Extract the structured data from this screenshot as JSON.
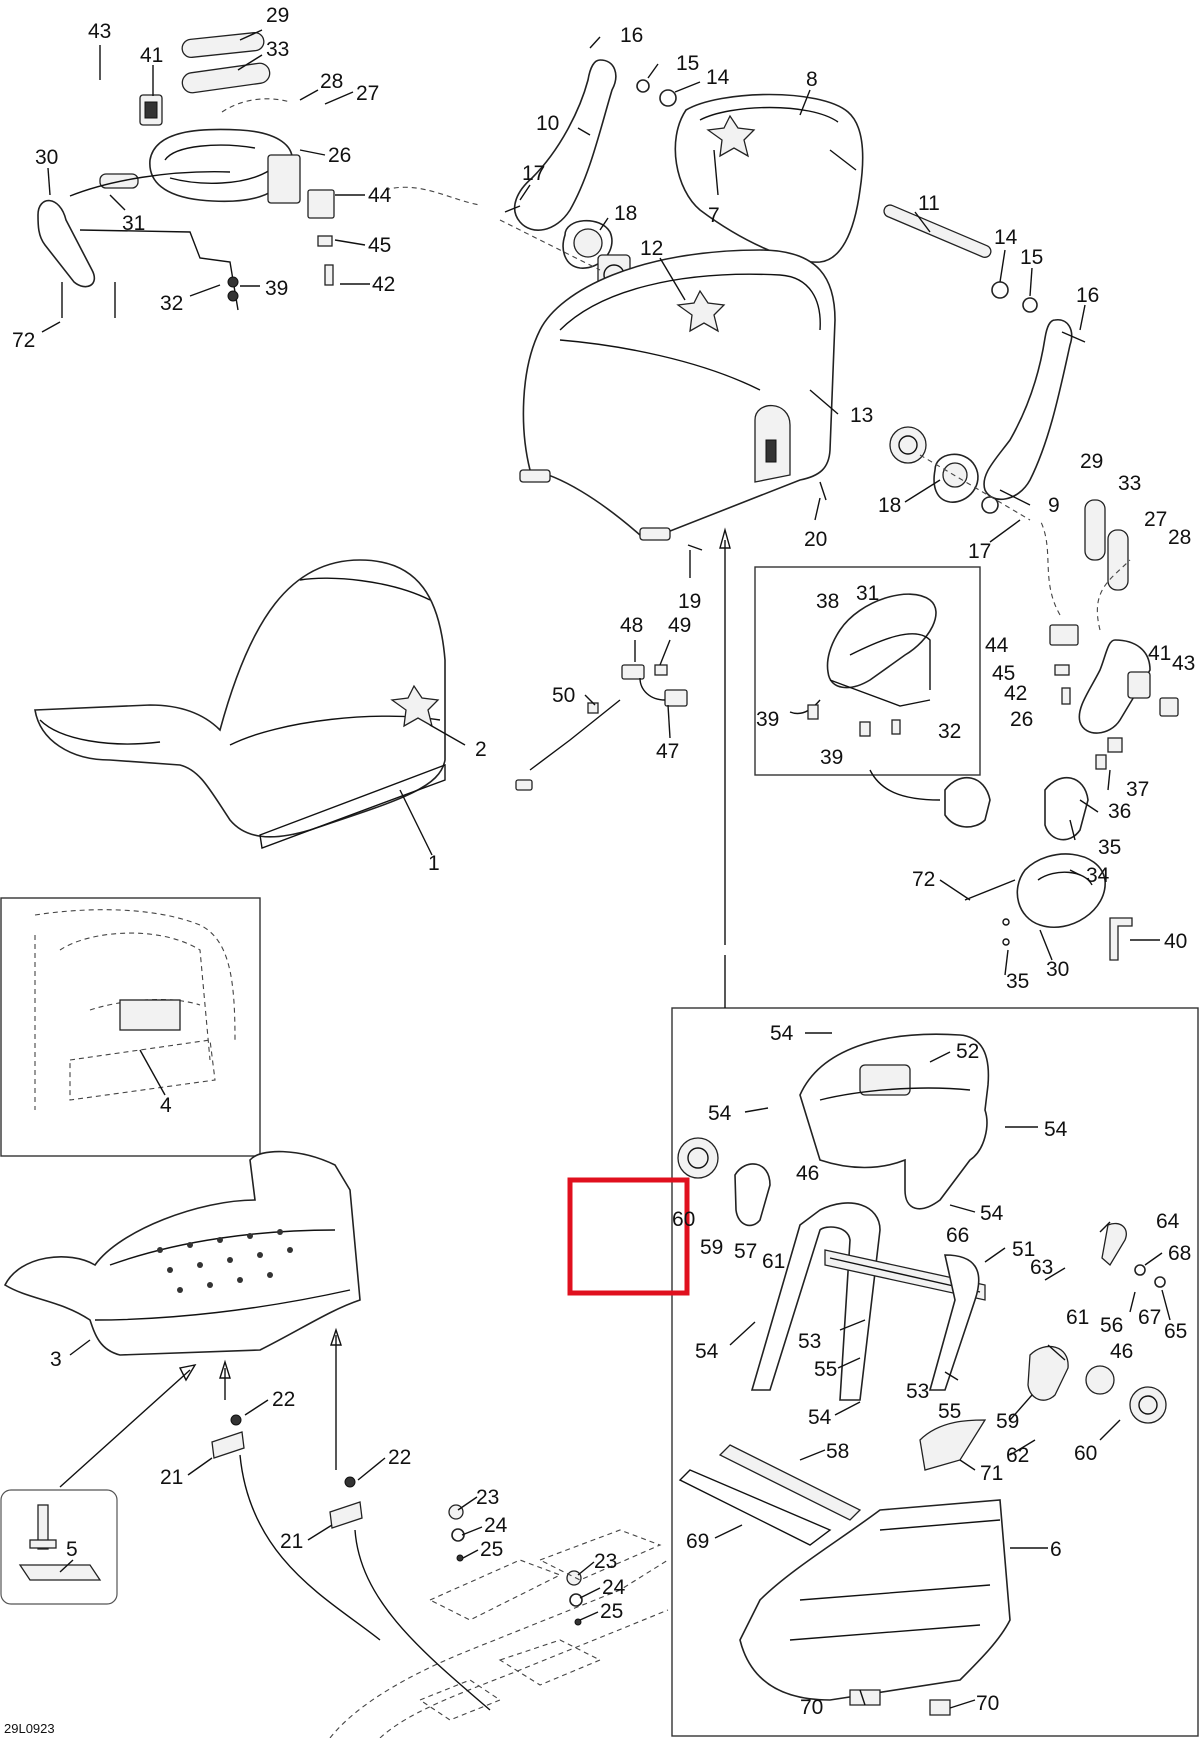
{
  "diagram_code": "29L0923",
  "highlight_box_color": "#e0101e",
  "callout_labels": [
    "43",
    "29",
    "41",
    "33",
    "28",
    "27",
    "26",
    "30",
    "44",
    "31",
    "45",
    "39",
    "32",
    "42",
    "72",
    "16",
    "15",
    "14",
    "8",
    "10",
    "17",
    "18",
    "7",
    "12",
    "11",
    "14",
    "15",
    "16",
    "13",
    "9",
    "18",
    "17",
    "20",
    "19",
    "29",
    "33",
    "27",
    "28",
    "38",
    "31",
    "44",
    "41",
    "43",
    "45",
    "42",
    "26",
    "39",
    "32",
    "39",
    "48",
    "49",
    "50",
    "47",
    "37",
    "36",
    "35",
    "34",
    "72",
    "40",
    "35",
    "30",
    "2",
    "1",
    "4",
    "54",
    "52",
    "54",
    "54",
    "46",
    "54",
    "60",
    "59",
    "57",
    "61",
    "66",
    "51",
    "64",
    "63",
    "68",
    "54",
    "53",
    "55",
    "61",
    "56",
    "46",
    "67",
    "65",
    "53",
    "55",
    "54",
    "59",
    "62",
    "60",
    "71",
    "58",
    "69",
    "6",
    "70",
    "70",
    "3",
    "22",
    "21",
    "22",
    "21",
    "23",
    "24",
    "25",
    "23",
    "24",
    "25",
    "5"
  ]
}
